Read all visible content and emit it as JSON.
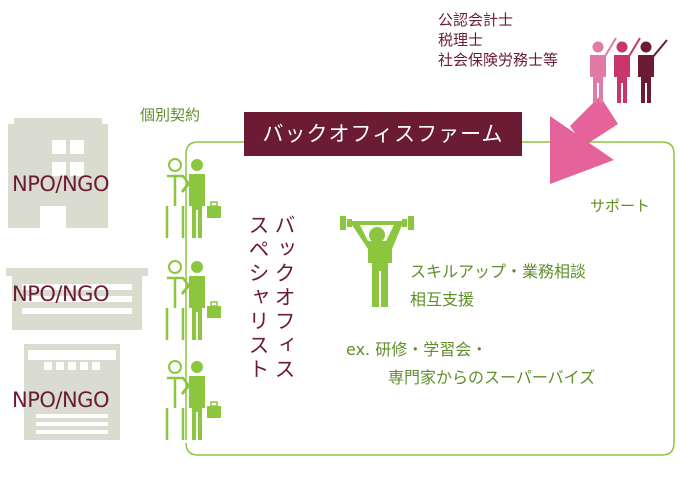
{
  "organizations": [
    {
      "label": "NPO/NGO"
    },
    {
      "label": "NPO/NGO"
    },
    {
      "label": "NPO/NGO"
    }
  ],
  "contract_label": "個別契約",
  "firm_banner": "バックオフィスファーム",
  "professionals": [
    "公認会計士",
    "税理士",
    "社会保険労務士等"
  ],
  "support_label": "サポート",
  "specialist_label": {
    "line1": "バックオフィス",
    "line2": "スペシャリスト"
  },
  "benefits": {
    "line1": "スキルアップ・業務相談",
    "line2": "相互支援"
  },
  "examples": {
    "line1": "ex. 研修・学習会・",
    "line2": "専門家からのスーパーバイズ"
  },
  "colors": {
    "maroon": "#6b1b33",
    "green": "#8cc63f",
    "pink": "#e5639a",
    "building": "#d9dccf"
  }
}
